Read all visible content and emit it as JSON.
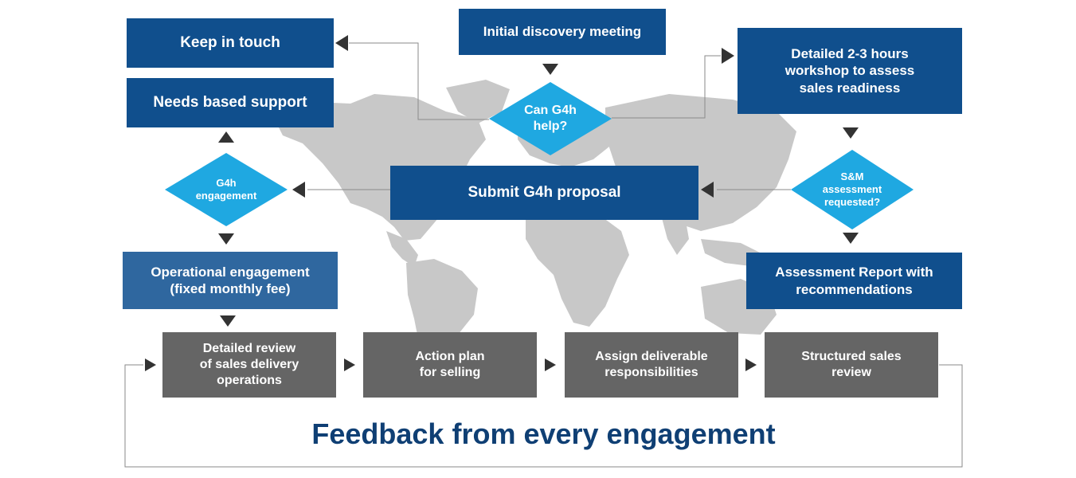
{
  "colors": {
    "box_blue": "#104f8d",
    "box_midblue": "#2f679f",
    "decision_cyan": "#1fa8e1",
    "process_grey": "#656565",
    "map_grey": "#c8c8c8",
    "arrow": "#333333",
    "feedback_text": "#0f3f74"
  },
  "nodes": {
    "initial_meeting": "Initial discovery meeting",
    "can_help": [
      "Can G4h",
      "help?"
    ],
    "keep_in_touch": "Keep in touch",
    "workshop": [
      "Detailed 2-3 hours",
      "workshop to assess",
      "sales readiness"
    ],
    "sm_assessment": [
      "S&M",
      "assessment",
      "requested?"
    ],
    "assessment_report": [
      "Assessment Report with",
      "recommendations"
    ],
    "submit_proposal": "Submit G4h proposal",
    "needs_support": "Needs based support",
    "engagement": [
      "G4h",
      "engagement"
    ],
    "operational": [
      "Operational engagement",
      "(fixed monthly fee)"
    ]
  },
  "process": [
    [
      "Detailed review",
      "of sales delivery",
      "operations"
    ],
    [
      "Action plan",
      "for selling"
    ],
    [
      "Assign deliverable",
      "responsibilities"
    ],
    [
      "Structured sales",
      "review"
    ]
  ],
  "feedback": "Feedback from every engagement"
}
